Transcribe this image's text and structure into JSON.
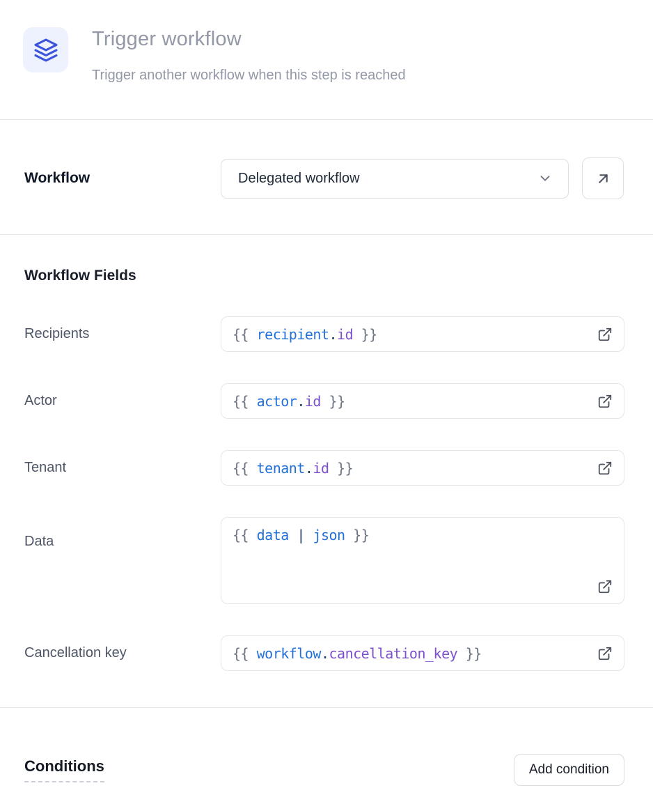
{
  "header": {
    "icon": "layers-icon",
    "title": "Trigger workflow",
    "subtitle": "Trigger another workflow when this step is reached"
  },
  "workflow_selector": {
    "label": "Workflow",
    "selected_option": "Delegated workflow",
    "chevron_icon": "chevron-down-icon",
    "open_button_icon": "arrow-up-right-icon"
  },
  "workflow_fields": {
    "heading": "Workflow Fields",
    "fields": [
      {
        "label": "Recipients",
        "multiline": false,
        "code_tokens": [
          {
            "t": "{{ ",
            "c": "brace"
          },
          {
            "t": "recipient",
            "c": "var"
          },
          {
            "t": ".",
            "c": "punct"
          },
          {
            "t": "id",
            "c": "prop"
          },
          {
            "t": " }}",
            "c": "brace"
          }
        ],
        "trailing_icon": "external-link-icon"
      },
      {
        "label": "Actor",
        "multiline": false,
        "code_tokens": [
          {
            "t": "{{ ",
            "c": "brace"
          },
          {
            "t": "actor",
            "c": "var"
          },
          {
            "t": ".",
            "c": "punct"
          },
          {
            "t": "id",
            "c": "prop"
          },
          {
            "t": " }}",
            "c": "brace"
          }
        ],
        "trailing_icon": "external-link-icon"
      },
      {
        "label": "Tenant",
        "multiline": false,
        "code_tokens": [
          {
            "t": "{{ ",
            "c": "brace"
          },
          {
            "t": "tenant",
            "c": "var"
          },
          {
            "t": ".",
            "c": "punct"
          },
          {
            "t": "id",
            "c": "prop"
          },
          {
            "t": " }}",
            "c": "brace"
          }
        ],
        "trailing_icon": "external-link-icon"
      },
      {
        "label": "Data",
        "multiline": true,
        "code_tokens": [
          {
            "t": "{{ ",
            "c": "brace"
          },
          {
            "t": "data",
            "c": "var"
          },
          {
            "t": " ",
            "c": "brace"
          },
          {
            "t": "|",
            "c": "punct"
          },
          {
            "t": " ",
            "c": "brace"
          },
          {
            "t": "json",
            "c": "var"
          },
          {
            "t": " }}",
            "c": "brace"
          }
        ],
        "trailing_icon": "external-link-icon"
      },
      {
        "label": "Cancellation key",
        "multiline": false,
        "code_tokens": [
          {
            "t": "{{ ",
            "c": "brace"
          },
          {
            "t": "workflow",
            "c": "var"
          },
          {
            "t": ".",
            "c": "punct"
          },
          {
            "t": "cancellation_key",
            "c": "prop"
          },
          {
            "t": " }}",
            "c": "brace"
          }
        ],
        "trailing_icon": "external-link-icon"
      }
    ]
  },
  "conditions": {
    "heading": "Conditions",
    "add_button_label": "Add condition"
  },
  "colors": {
    "accent_blue": "#3a53dc",
    "icon_box_bg": "#eef2fe",
    "muted_text": "#9298a6",
    "border": "#dcdfe4",
    "divider": "#e7e8ec",
    "code_brace": "#6b7280",
    "code_variable": "#2270d8",
    "code_punctuation": "#1e3a5f",
    "code_property": "#7c4fd0"
  }
}
